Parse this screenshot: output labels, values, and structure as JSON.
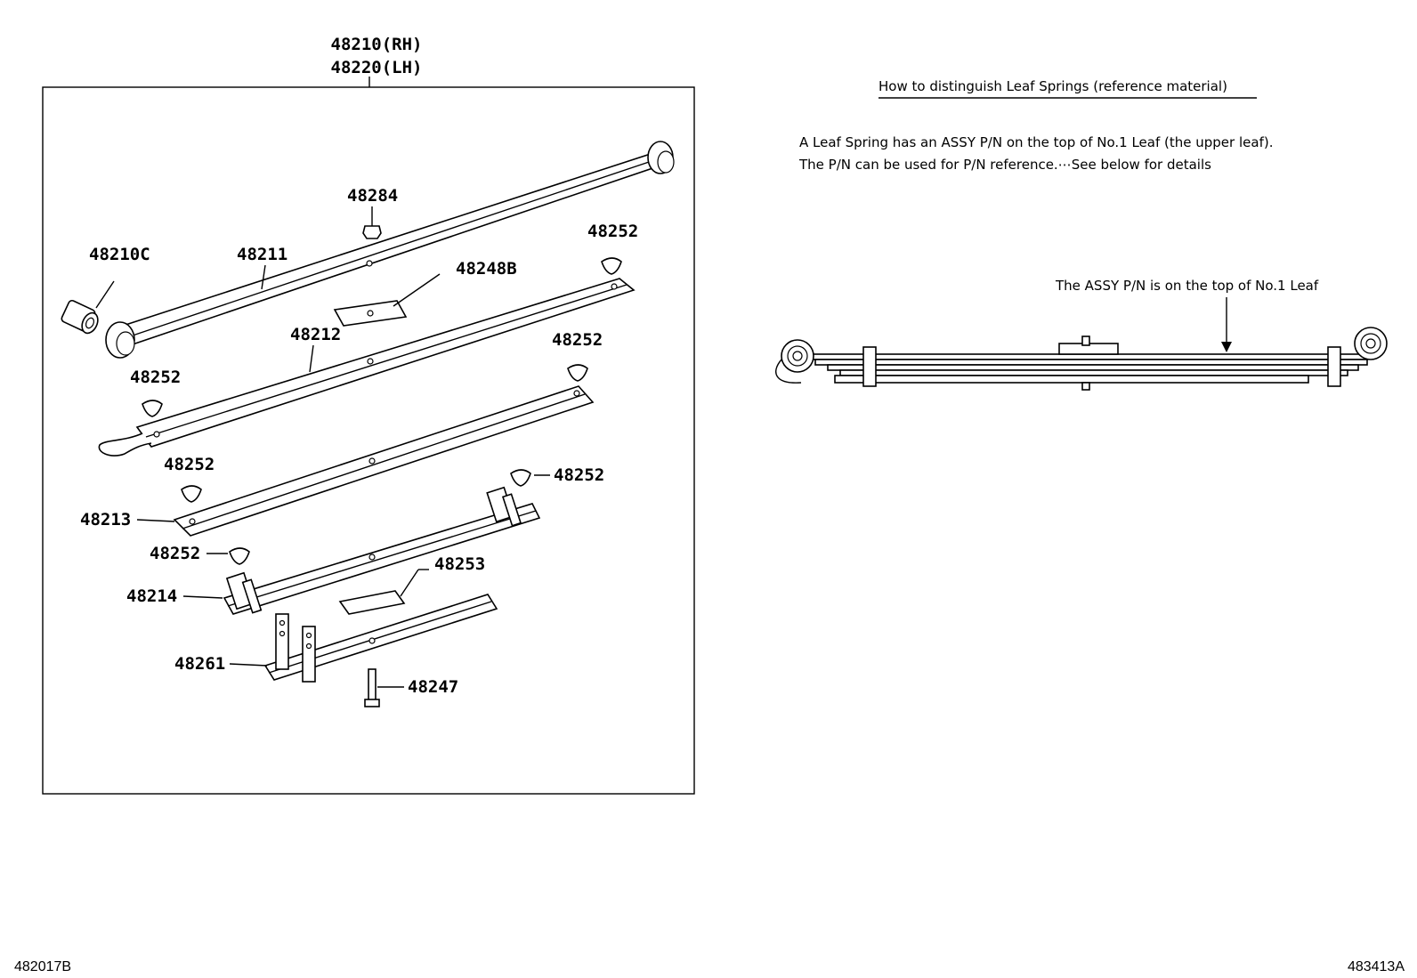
{
  "diagram": {
    "assembly_labels": [
      "48210(RH)",
      "48220(LH)"
    ],
    "parts": {
      "bushing": "48210C",
      "leaf1": "48211",
      "leaf2": "48212",
      "leaf3": "48213",
      "leaf4": "48214",
      "leaf5": "48261",
      "nut": "48284",
      "pad_center": "48248B",
      "silencer": "48252",
      "spacer": "48253",
      "bolt": "48247"
    }
  },
  "reference": {
    "heading": "How to distinguish Leaf Springs (reference material)",
    "line1": "A Leaf Spring has an ASSY P/N on the top of No.1 Leaf (the upper leaf).",
    "line2": "The P/N can be used for P/N reference.⋯See below for details",
    "callout": "The ASSY P/N is on the top of No.1 Leaf"
  },
  "footer": {
    "left_code": "482017B",
    "right_code": "483413A"
  }
}
